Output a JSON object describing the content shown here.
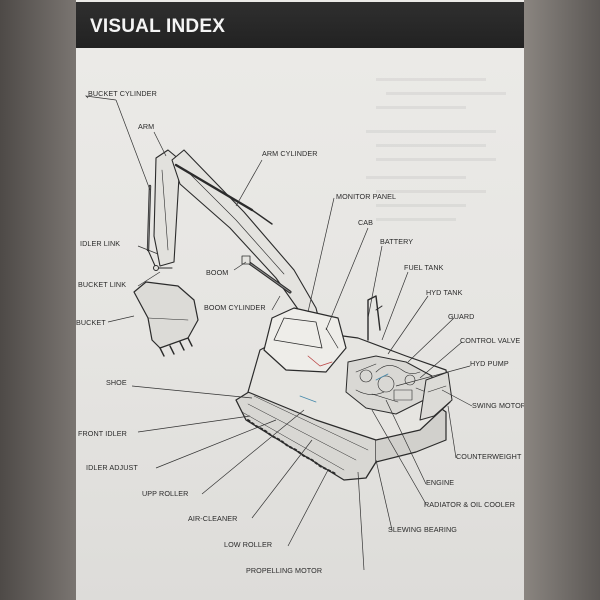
{
  "header": {
    "title": "VISUAL INDEX"
  },
  "labels": {
    "bucket_cylinder": "BUCKET CYLINDER",
    "arm": "ARM",
    "arm_cylinder": "ARM CYLINDER",
    "monitor_panel": "MONITOR PANEL",
    "cab": "CAB",
    "battery": "BATTERY",
    "fuel_tank": "FUEL TANK",
    "hyd_tank": "HYD TANK",
    "guard": "GUARD",
    "control_valve": "CONTROL VALVE",
    "hyd_pump": "HYD PUMP",
    "swing_motor": "SWING MOTOR",
    "counterweight": "COUNTERWEIGHT",
    "engine": "ENGINE",
    "radiator_oil_cooler": "RADIATOR & OIL COOLER",
    "slewing_bearing": "SLEWING BEARING",
    "propelling_motor": "PROPELLING MOTOR",
    "low_roller": "LOW ROLLER",
    "air_cleaner": "AIR-CLEANER",
    "upp_roller": "UPP ROLLER",
    "idler_adjust": "IDLER ADJUST",
    "front_idler": "FRONT IDLER",
    "shoe": "SHOE",
    "bucket": "BUCKET",
    "bucket_link": "BUCKET LINK",
    "idler_link": "IDLER LINK",
    "boom": "BOOM",
    "boom_cylinder": "BOOM CYLINDER"
  }
}
